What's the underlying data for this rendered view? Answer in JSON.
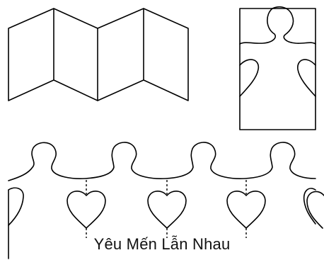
{
  "caption": "Yêu Mến Lẫn Nhau",
  "diagram": {
    "top_left": "folded-paper-accordion",
    "top_right": "paper-with-person-outline",
    "bottom": "chain-of-paper-dolls-with-hearts",
    "doll_count": 4,
    "heart_count": 4
  }
}
